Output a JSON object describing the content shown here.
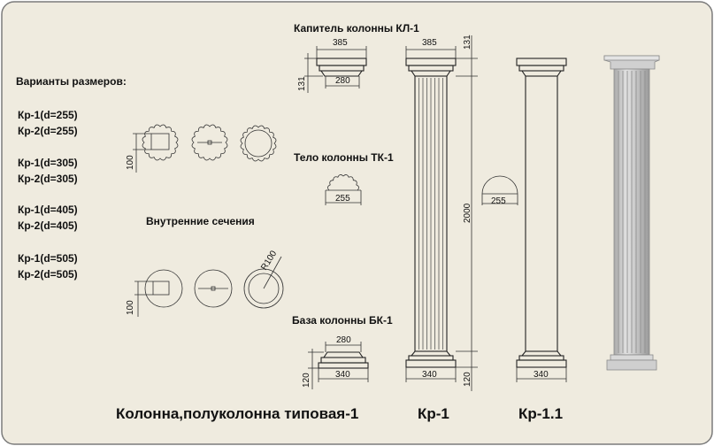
{
  "sheet": {
    "background": "#efebdf",
    "border_color": "#7b7b7b",
    "line_color": "#333333"
  },
  "left_panel": {
    "heading": "Варианты размеров:",
    "groups": [
      [
        "Кр-1(d=255)",
        "Кр-2(d=255)"
      ],
      [
        "Кр-1(d=305)",
        "Кр-2(d=305)"
      ],
      [
        "Кр-1(d=405)",
        "Кр-2(d=405)"
      ],
      [
        "Кр-1(d=505)",
        "Кр-2(d=505)"
      ]
    ]
  },
  "outer_sections": {
    "dim_height": "100"
  },
  "inner_sections": {
    "title": "Внутренние сечения",
    "dim_height": "100",
    "radius_label": "R100"
  },
  "capital": {
    "title": "Капитель колонны КЛ-1",
    "top_width": "385",
    "bottom_width": "280",
    "height": "131"
  },
  "shaft": {
    "title": "Тело колонны ТК-1",
    "diameter": "255"
  },
  "base": {
    "title": "База колонны БК-1",
    "top_width": "280",
    "bottom_width": "340",
    "height": "120"
  },
  "column_kr1": {
    "label": "Кр-1",
    "capital_width": "385",
    "capital_height": "131",
    "total_height": "2000",
    "base_width": "340",
    "base_height": "120"
  },
  "column_kr11": {
    "label": "Кр-1.1",
    "half_diameter": "255",
    "base_width": "340"
  },
  "footer_title": "Колонна,полуколонна типовая-1"
}
